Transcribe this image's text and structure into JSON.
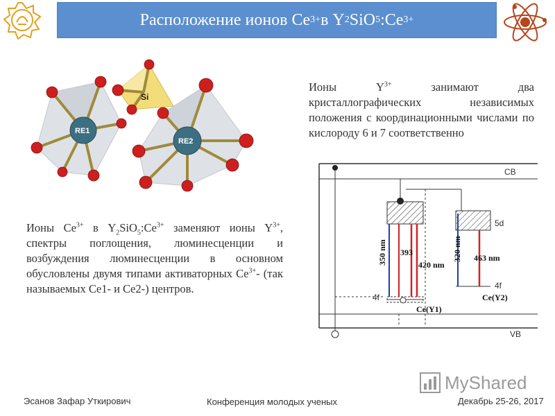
{
  "title": {
    "prefix": "Расположение ионов Ce",
    "sup1": "3+",
    "mid": " в Y",
    "sub1": "2",
    "mid2": "SiO",
    "sub2": "5",
    "mid3": ":Ce",
    "sup2": "3+"
  },
  "crystal": {
    "labels": {
      "si": "Si",
      "re1": "RE1",
      "re2": "RE2"
    }
  },
  "para1": {
    "t1": "Ионы Y",
    "sup": "3+",
    "t2": " занимают два кристаллографических независимых положения с координационными числами по кислороду 6 и 7 соответственно"
  },
  "para2": {
    "t1": "Ионы Ce",
    "sup1": "3+",
    "t2": " в Y",
    "sub1": "2",
    "t3": "SiO",
    "sub2": "5",
    "t4": ":Ce",
    "sup2": "3+",
    "t5": " заменяют ионы Y",
    "sup3": "3+",
    "t6": ", спектры поглощения, люминесценции и возбуждения люминесценции в основном обусловлены двумя типами активаторных Ce",
    "sup4": "3+",
    "t7": "- (так называемых Ce1- и Ce2-) центров."
  },
  "diagram": {
    "cb": "CB",
    "vb": "VB",
    "l5d": "5d",
    "l4f_right": "4f",
    "l4f_left": "4f",
    "nm350": "350 nm",
    "nm393": "393",
    "nm420": "420 nm",
    "nm320": "320 nm",
    "nm463": "463 nm",
    "ce1": "Ce(Y1)",
    "ce2": "Ce(Y2)"
  },
  "footer": {
    "author": "Эсанов Зафар Уткирович",
    "conference": "Конференция молодых ученых",
    "date": "Декабрь 25-26, 2017"
  },
  "watermark": {
    "text": "MyShared"
  },
  "colors": {
    "title_bg": "#5b8fd0",
    "oxygen": "#cc1f1f",
    "re_atom": "#3d6f82",
    "si_tetra": "#f2dd7a",
    "blue_arrow": "#1f3ea8",
    "red_arrow": "#d22222"
  }
}
